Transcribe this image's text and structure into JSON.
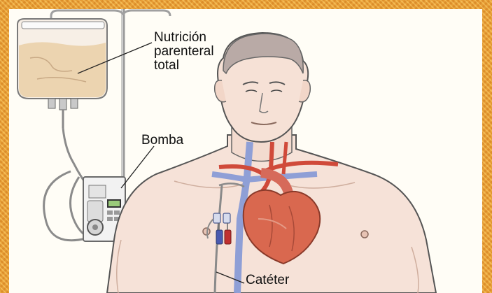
{
  "labels": {
    "nutricion_line1": "Nutrición",
    "nutricion_line2": "parenteral",
    "nutricion_line3": "total",
    "bomba": "Bomba",
    "cateter": "Catéter"
  },
  "colors": {
    "frame": "#e8a03a",
    "background": "#fffdf6",
    "skin": "#f4ddd2",
    "skin_shadow": "#d9b7a8",
    "hair": "#b8a9a4",
    "bag_fluid": "#ecd4b0",
    "heart": "#d9684f",
    "vein": "#8f9fd6",
    "artery": "#d04a3a"
  }
}
